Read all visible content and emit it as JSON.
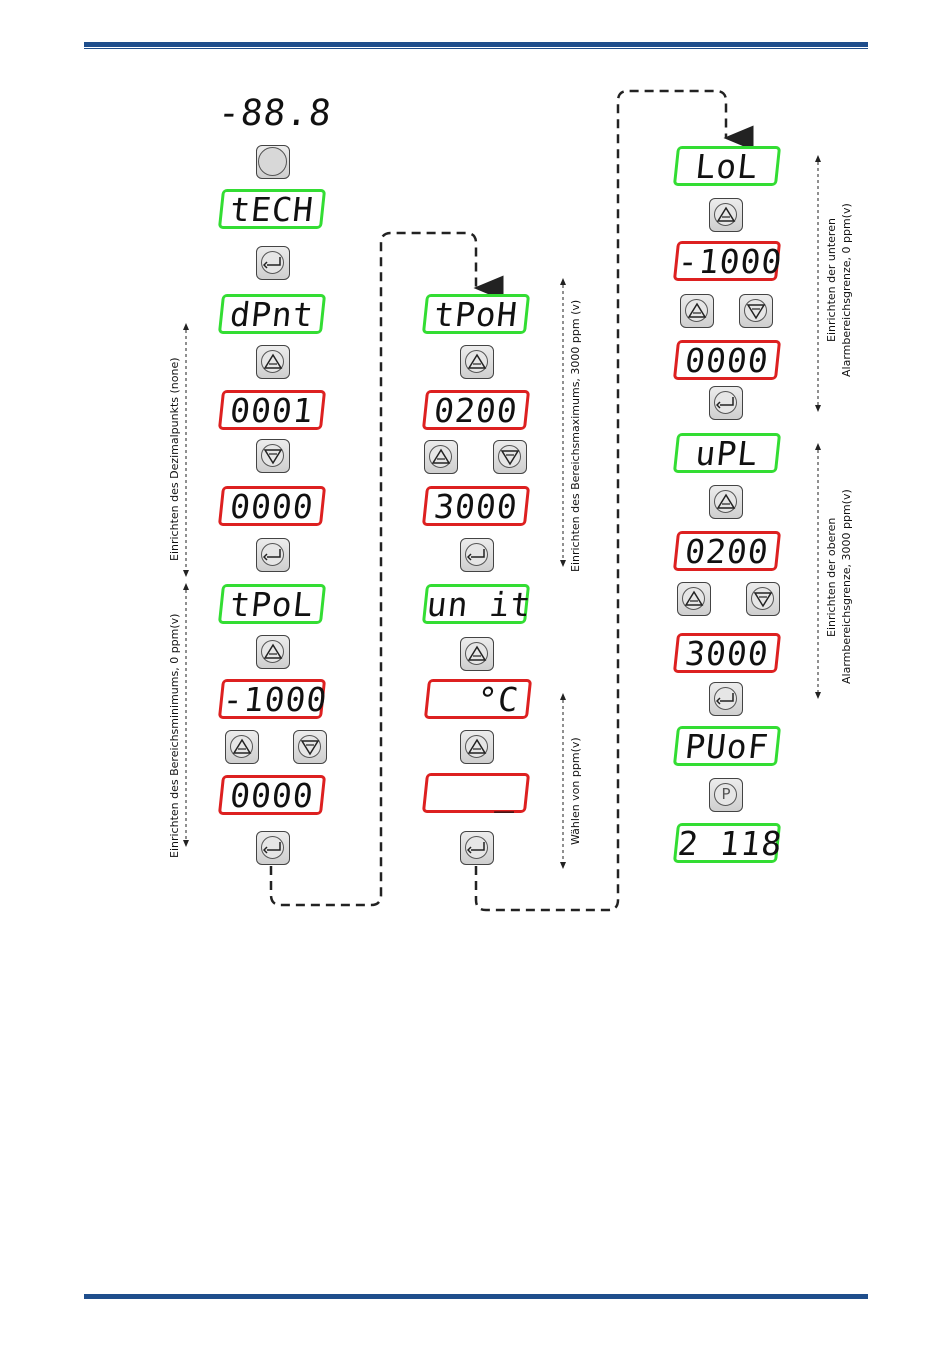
{
  "col1": {
    "top_display": "-88.8",
    "displays": [
      "tECH",
      "dPnt",
      "0001",
      "0000",
      "tPoL",
      "-1000",
      "0000"
    ],
    "label_decimal": "Einrichten des Dezimalpunkts (none)",
    "label_min": "Einrichten des Bereichsminimums, 0  ppm(v)"
  },
  "col2": {
    "displays": [
      "tPoH",
      "0200",
      "3000",
      "un it",
      "°C",
      "_"
    ],
    "label_max": "Einrichten des Bereichsmaximums, 3000 ppm (v)",
    "label_unit": "Wählen von ppm(v)"
  },
  "col3": {
    "displays": [
      "LoL",
      "-1000",
      "0000",
      "uPL",
      "0200",
      "3000",
      "PUoF",
      "2 118"
    ],
    "label_lower_1": "Einrichten der unteren",
    "label_lower_2": "Alarmbereichsgrenze, 0 ppm(v)",
    "label_upper_1": "Einrichten der oberen",
    "label_upper_2": "Alarmbereichsgrenze, 3000 ppm(v)"
  },
  "button_p": "P",
  "colors": {
    "green_border": "#33dd33",
    "red_border": "#dd2020",
    "rule": "#1f4e8c"
  }
}
